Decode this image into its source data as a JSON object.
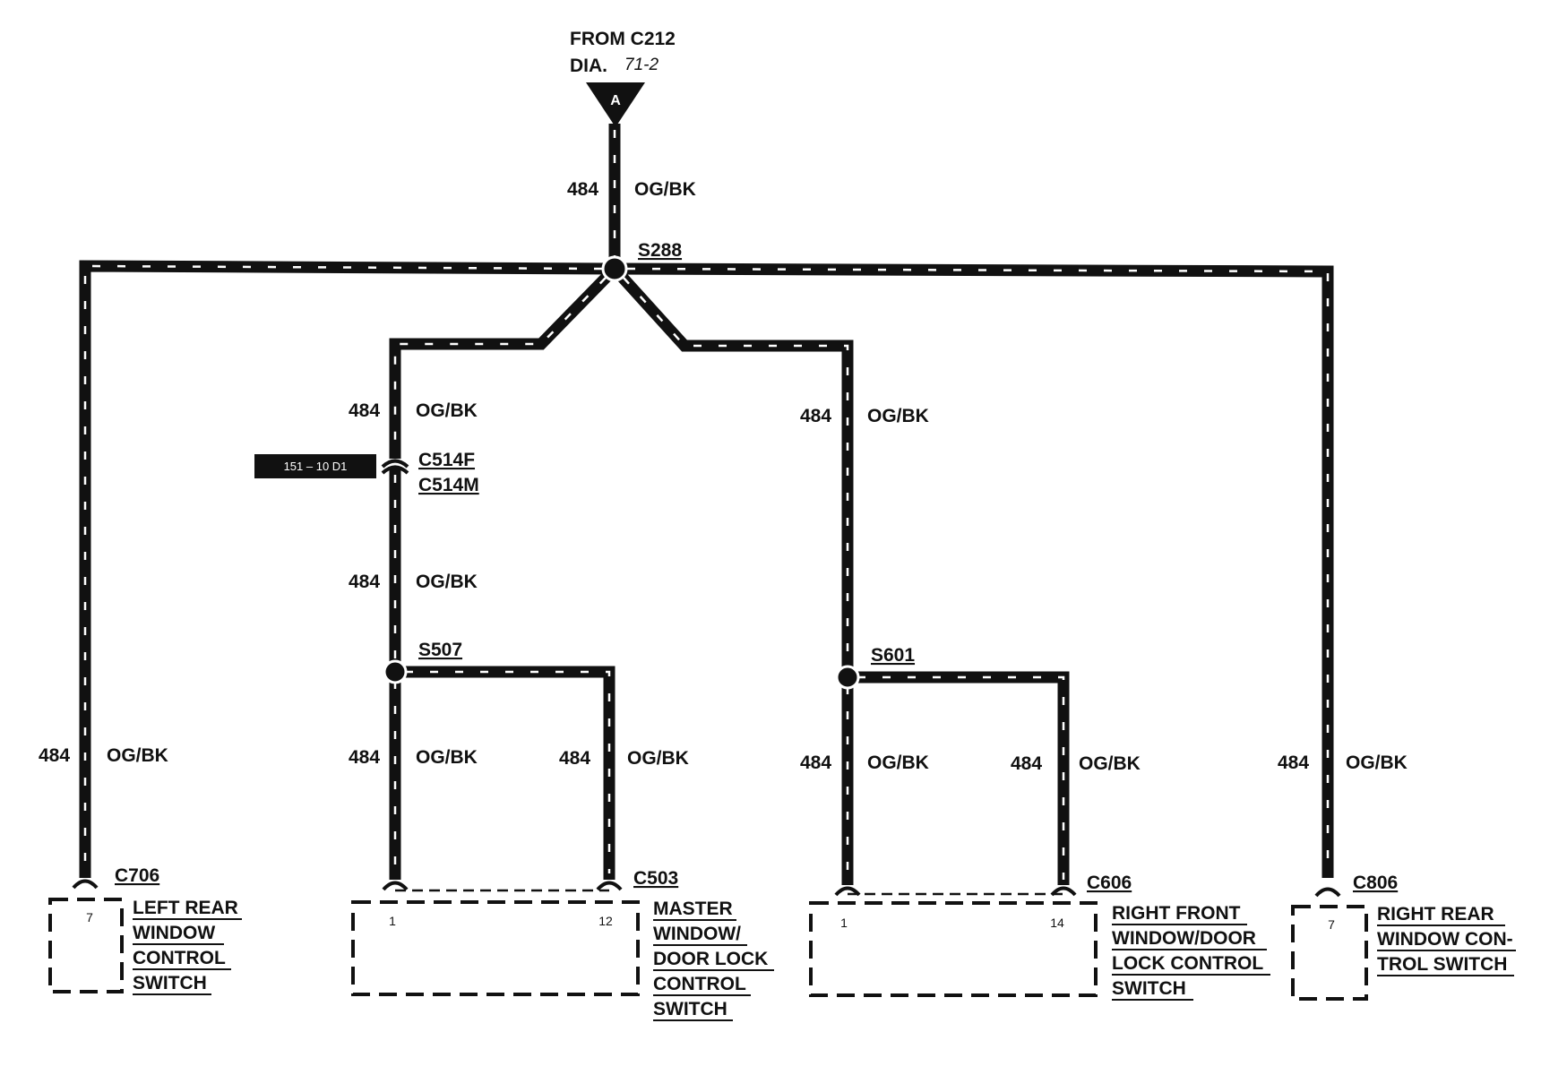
{
  "source": {
    "from": "FROM C212",
    "dia_prefix": "DIA.",
    "dia_ref": "71-2",
    "connector_letter": "A"
  },
  "wire": {
    "circuit": "484",
    "color_code": "OG/BK"
  },
  "splices": {
    "main": "S288",
    "left": "S507",
    "right": "S601"
  },
  "inline_connector": {
    "female": "C514F",
    "male": "C514M",
    "location_ref": "151 – 10 D1"
  },
  "components": {
    "left_rear": {
      "connector": "C706",
      "pin": "7",
      "lines": [
        "LEFT REAR",
        "WINDOW",
        "CONTROL",
        "SWITCH"
      ]
    },
    "master": {
      "connector": "C503",
      "pin_a": "1",
      "pin_b": "12",
      "lines": [
        "MASTER",
        "WINDOW/",
        "DOOR LOCK",
        "CONTROL",
        "SWITCH"
      ]
    },
    "right_front": {
      "connector": "C606",
      "pin_a": "1",
      "pin_b": "14",
      "lines": [
        "RIGHT FRONT",
        "WINDOW/DOOR",
        "LOCK CONTROL",
        "SWITCH"
      ]
    },
    "right_rear": {
      "connector": "C806",
      "pin": "7",
      "lines": [
        "RIGHT REAR",
        "WINDOW CON-",
        "TROL SWITCH"
      ]
    }
  }
}
